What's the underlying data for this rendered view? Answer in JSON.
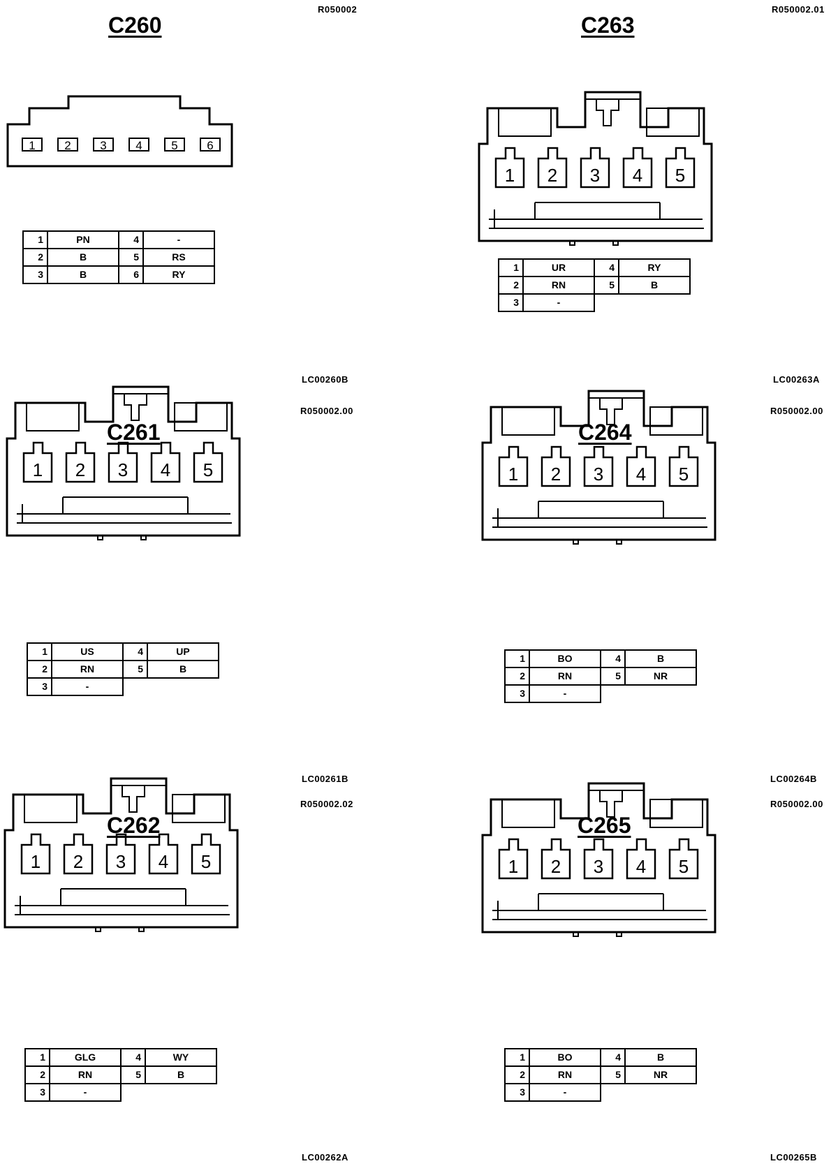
{
  "connectors": [
    {
      "name": "C260",
      "variant": "six",
      "ref_top": "R050002",
      "ref_bottom": "LC00260B",
      "pins": [
        "1",
        "2",
        "3",
        "4",
        "5",
        "6"
      ],
      "table": [
        {
          "p1": "1",
          "w1": "PN",
          "p2": "4",
          "w2": "-"
        },
        {
          "p1": "2",
          "w1": "B",
          "p2": "5",
          "w2": "RS"
        },
        {
          "p1": "3",
          "w1": "B",
          "p2": "6",
          "w2": "RY"
        }
      ]
    },
    {
      "name": "C263",
      "variant": "five",
      "ref_top": "R050002.01",
      "ref_bottom": "LC00263A",
      "pins": [
        "1",
        "2",
        "3",
        "4",
        "5"
      ],
      "table": [
        {
          "p1": "1",
          "w1": "UR",
          "p2": "4",
          "w2": "RY"
        },
        {
          "p1": "2",
          "w1": "RN",
          "p2": "5",
          "w2": "B"
        },
        {
          "p1": "3",
          "w1": "-"
        }
      ]
    },
    {
      "name": "C261",
      "variant": "five",
      "ref_top": "R050002.00",
      "ref_bottom": "LC00261B",
      "pins": [
        "1",
        "2",
        "3",
        "4",
        "5"
      ],
      "table": [
        {
          "p1": "1",
          "w1": "US",
          "p2": "4",
          "w2": "UP"
        },
        {
          "p1": "2",
          "w1": "RN",
          "p2": "5",
          "w2": "B"
        },
        {
          "p1": "3",
          "w1": "-"
        }
      ]
    },
    {
      "name": "C264",
      "variant": "five",
      "ref_top": "R050002.00",
      "ref_bottom": "LC00264B",
      "pins": [
        "1",
        "2",
        "3",
        "4",
        "5"
      ],
      "table": [
        {
          "p1": "1",
          "w1": "BO",
          "p2": "4",
          "w2": "B"
        },
        {
          "p1": "2",
          "w1": "RN",
          "p2": "5",
          "w2": "NR"
        },
        {
          "p1": "3",
          "w1": "-"
        }
      ]
    },
    {
      "name": "C262",
      "variant": "five",
      "ref_top": "R050002.02",
      "ref_bottom": "LC00262A",
      "pins": [
        "1",
        "2",
        "3",
        "4",
        "5"
      ],
      "table": [
        {
          "p1": "1",
          "w1": "GLG",
          "p2": "4",
          "w2": "WY"
        },
        {
          "p1": "2",
          "w1": "RN",
          "p2": "5",
          "w2": "B"
        },
        {
          "p1": "3",
          "w1": "-"
        }
      ]
    },
    {
      "name": "C265",
      "variant": "five",
      "ref_top": "R050002.00",
      "ref_bottom": "LC00265B",
      "pins": [
        "1",
        "2",
        "3",
        "4",
        "5"
      ],
      "table": [
        {
          "p1": "1",
          "w1": "BO",
          "p2": "4",
          "w2": "B"
        },
        {
          "p1": "2",
          "w1": "RN",
          "p2": "5",
          "w2": "NR"
        },
        {
          "p1": "3",
          "w1": "-"
        }
      ]
    }
  ]
}
